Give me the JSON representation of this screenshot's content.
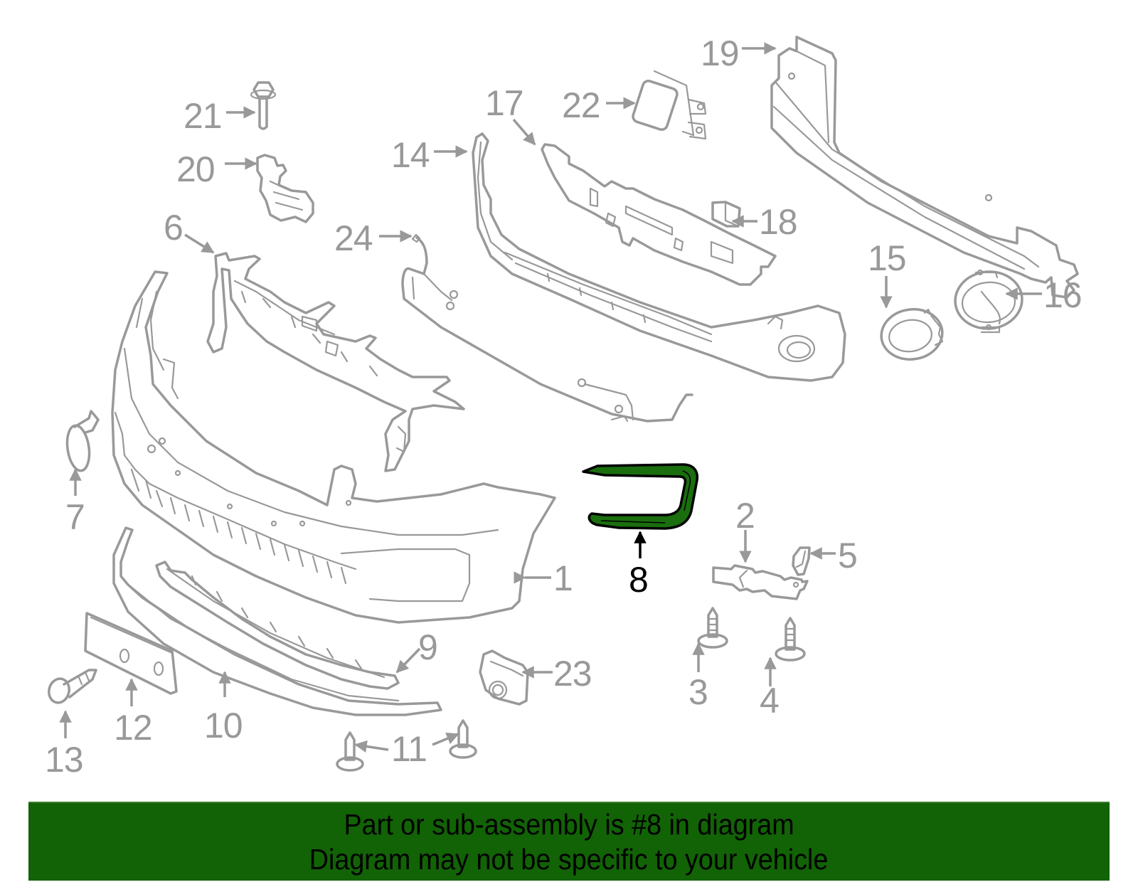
{
  "diagram": {
    "highlighted_part": "8",
    "highlight_color": "#1a6e0e",
    "line_color": "#999999",
    "callouts": [
      {
        "id": "1",
        "label": "1",
        "part": "bumper-cover"
      },
      {
        "id": "2",
        "label": "2",
        "part": "bracket"
      },
      {
        "id": "3",
        "label": "3",
        "part": "screw"
      },
      {
        "id": "4",
        "label": "4",
        "part": "screw"
      },
      {
        "id": "5",
        "label": "5",
        "part": "clip"
      },
      {
        "id": "6",
        "label": "6",
        "part": "upper-absorber-bracket"
      },
      {
        "id": "7",
        "label": "7",
        "part": "tow-hook-cover"
      },
      {
        "id": "8",
        "label": "8",
        "part": "fog-lamp-trim-molding"
      },
      {
        "id": "9",
        "label": "9",
        "part": "lower-grille-molding"
      },
      {
        "id": "10",
        "label": "10",
        "part": "lower-spoiler"
      },
      {
        "id": "11",
        "label": "11",
        "part": "screws"
      },
      {
        "id": "12",
        "label": "12",
        "part": "license-plate-bracket"
      },
      {
        "id": "13",
        "label": "13",
        "part": "license-screw"
      },
      {
        "id": "14",
        "label": "14",
        "part": "lower-grille"
      },
      {
        "id": "15",
        "label": "15",
        "part": "fog-lamp"
      },
      {
        "id": "16",
        "label": "16",
        "part": "fog-lamp-bezel"
      },
      {
        "id": "17",
        "label": "17",
        "part": "energy-absorber"
      },
      {
        "id": "18",
        "label": "18",
        "part": "pad"
      },
      {
        "id": "19",
        "label": "19",
        "part": "reinforcement-beam"
      },
      {
        "id": "20",
        "label": "20",
        "part": "side-bracket"
      },
      {
        "id": "21",
        "label": "21",
        "part": "bolt"
      },
      {
        "id": "22",
        "label": "22",
        "part": "radar-sensor"
      },
      {
        "id": "23",
        "label": "23",
        "part": "park-sensor"
      },
      {
        "id": "24",
        "label": "24",
        "part": "wiring-harness"
      }
    ]
  },
  "banner": {
    "line1": "Part or sub-assembly is #8 in diagram",
    "line2": "Diagram may not be specific to your vehicle",
    "background": "#126206"
  }
}
